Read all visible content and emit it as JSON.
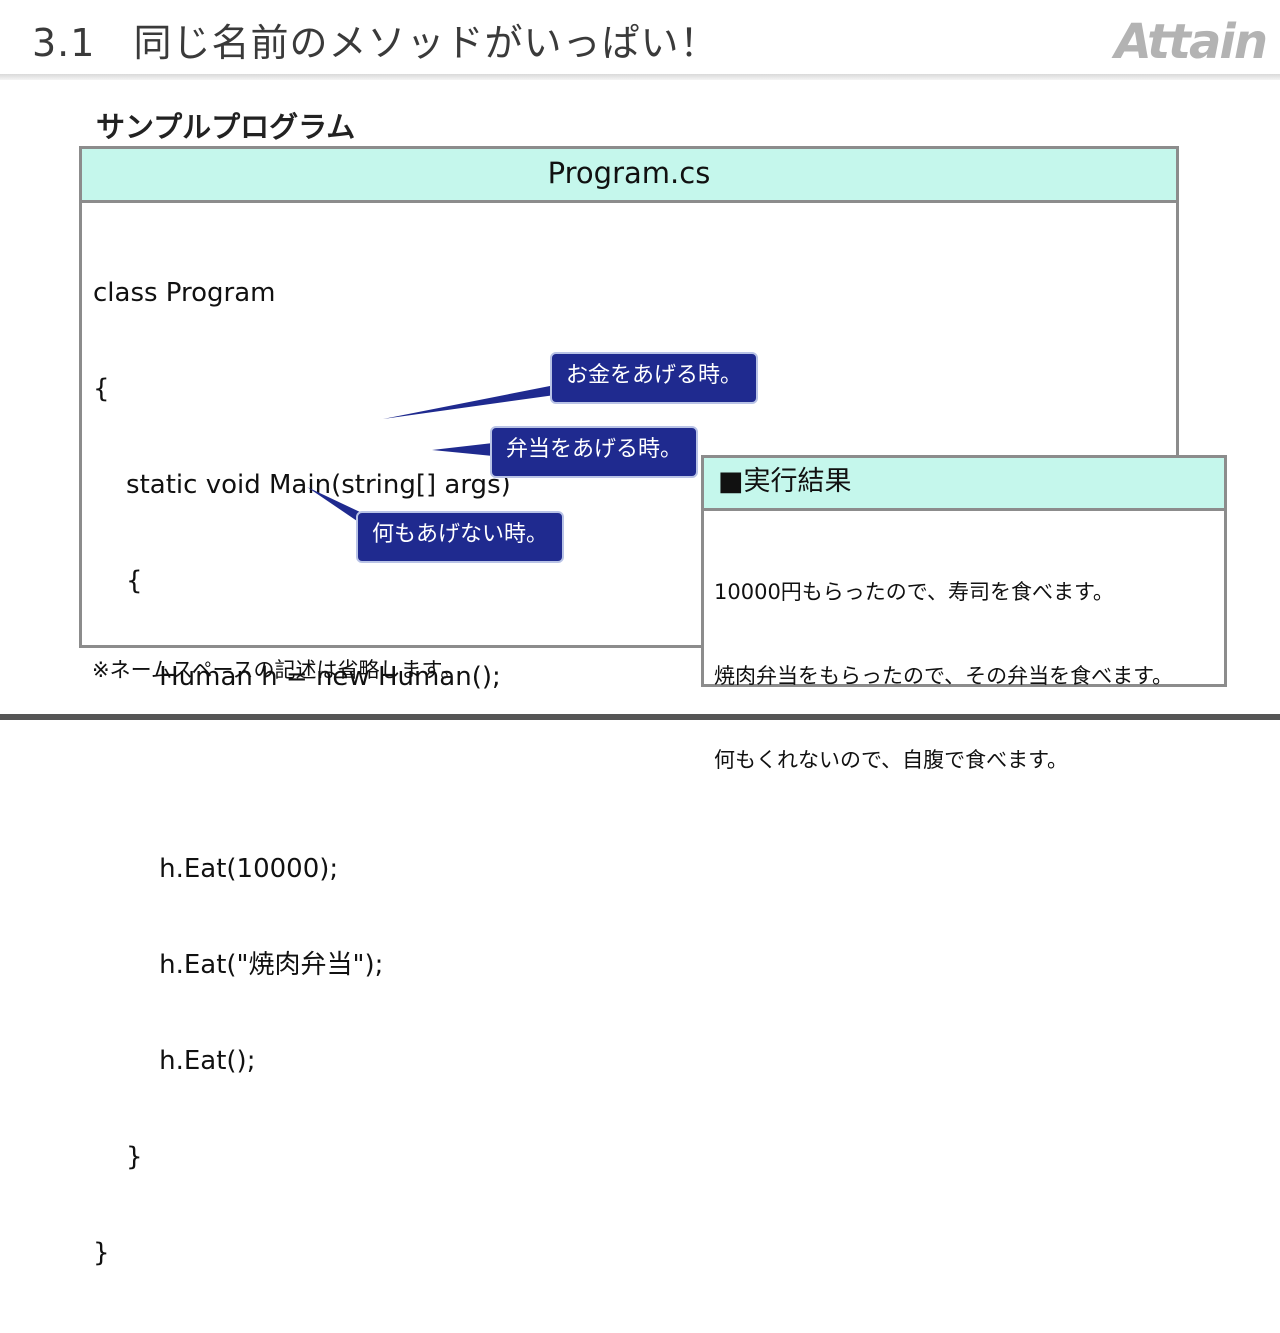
{
  "header": {
    "section_number": "3.1",
    "title": "同じ名前のメソッドがいっぱい！",
    "logo_text": "Attain"
  },
  "section_heading": "サンプルプログラム",
  "code_panel": {
    "filename": "Program.cs",
    "lines": [
      "class Program",
      "{",
      "    static void Main(string[] args)",
      "    {",
      "        Human h = new Human();",
      "",
      "        h.Eat(10000);",
      "        h.Eat(\"焼肉弁当\");",
      "        h.Eat();",
      "    }",
      "}"
    ]
  },
  "callouts": [
    "お金をあげる時。",
    "弁当をあげる時。",
    "何もあげない時。"
  ],
  "result_panel": {
    "title": "■実行結果",
    "lines": [
      "10000円もらったので、寿司を食べます。",
      "焼肉弁当をもらったので、その弁当を食べます。",
      "何もくれないので、自腹で食べます。"
    ]
  },
  "footnote": "※ネームスペースの記述は省略します。",
  "colors": {
    "header_fill": "#c5f7ec",
    "callout_fill": "#1f2a8f",
    "border": "#8c8c8c"
  }
}
